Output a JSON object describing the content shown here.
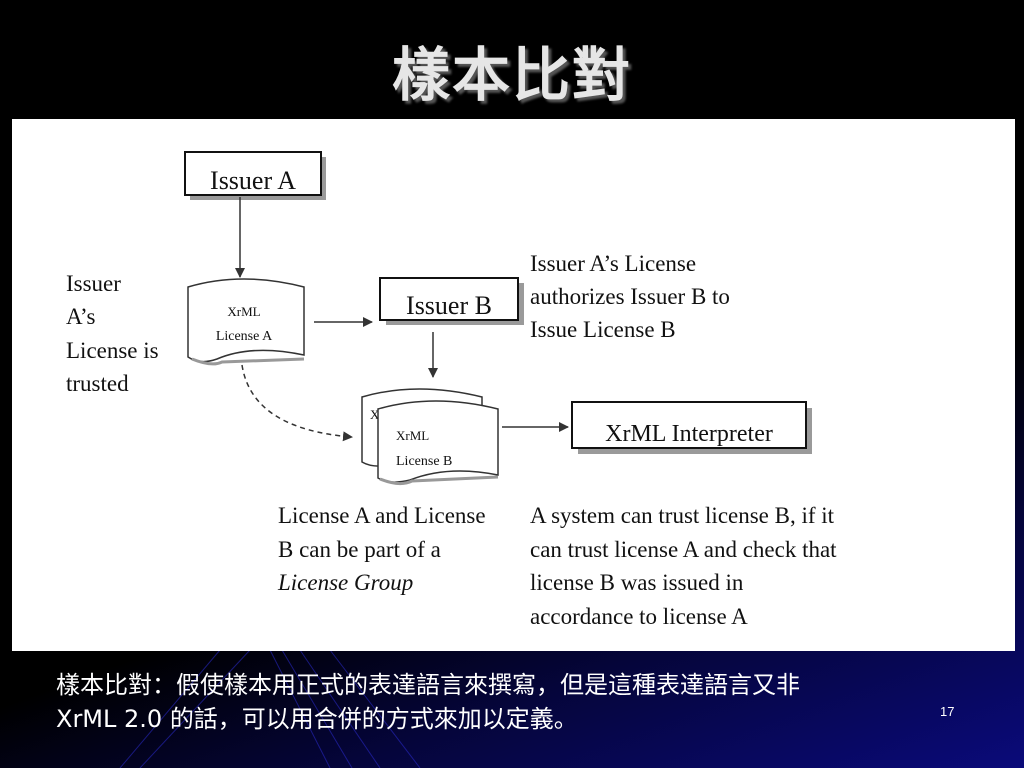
{
  "slide": {
    "title": "樣本比對",
    "caption_line1": "樣本比對：假使樣本用正式的表達語言來撰寫，但是這種表達語言又非",
    "caption_line2": "XrML 2.0 的話，可以用合併的方式來加以定義。",
    "page_number": "17"
  },
  "diagram": {
    "nodes": {
      "issuer_a": "Issuer A",
      "issuer_b": "Issuer B",
      "interpreter": "XrML Interpreter"
    },
    "documents": {
      "license_a": [
        "XrML",
        "License A"
      ],
      "license_b": [
        "XrML",
        "License B"
      ],
      "license_b_back": "XrML"
    },
    "notes": {
      "left": [
        "Issuer",
        "A’s",
        "License is",
        "trusted"
      ],
      "top_right": [
        "Issuer A’s License",
        "authorizes Issuer B to",
        "Issue License B"
      ],
      "bottom_left": [
        "License A and License",
        "B can be part of a",
        "License Group"
      ],
      "bottom_right": [
        "A system can trust license B, if it",
        "can trust license A and check that",
        "license B was issued in",
        "accordance to license A"
      ]
    }
  },
  "colors": {
    "background": "#000000",
    "panel": "#ffffff",
    "title_text": "#e6e6e6",
    "caption_text": "#ffffff"
  }
}
